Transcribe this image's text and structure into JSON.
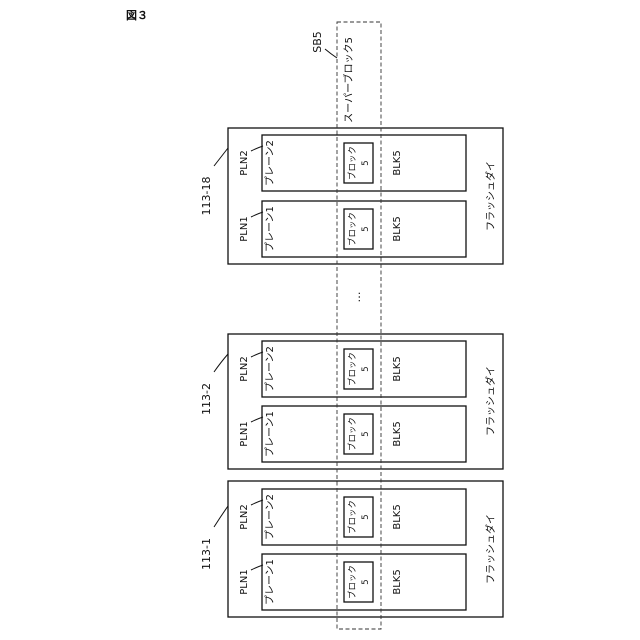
{
  "figure": {
    "label": "図３"
  },
  "superblock": {
    "ref": "SB5",
    "name": "スーパーブロック5"
  },
  "ellipsis": "…",
  "dies": [
    {
      "ref": "113-18",
      "name": "フラッシュダイ",
      "planes": [
        {
          "ref": "PLN2",
          "name": "プレーン2",
          "block_name": "ブロック",
          "block_num": "5",
          "block_ref": "BLK5"
        },
        {
          "ref": "PLN1",
          "name": "プレーン1",
          "block_name": "ブロック",
          "block_num": "5",
          "block_ref": "BLK5"
        }
      ]
    },
    {
      "ref": "113-2",
      "name": "フラッシュダイ",
      "planes": [
        {
          "ref": "PLN2",
          "name": "プレーン2",
          "block_name": "ブロック",
          "block_num": "5",
          "block_ref": "BLK5"
        },
        {
          "ref": "PLN1",
          "name": "プレーン1",
          "block_name": "ブロック",
          "block_num": "5",
          "block_ref": "BLK5"
        }
      ]
    },
    {
      "ref": "113-1",
      "name": "フラッシュダイ",
      "planes": [
        {
          "ref": "PLN2",
          "name": "プレーン2",
          "block_name": "ブロック",
          "block_num": "5",
          "block_ref": "BLK5"
        },
        {
          "ref": "PLN1",
          "name": "プレーン1",
          "block_name": "ブロック",
          "block_num": "5",
          "block_ref": "BLK5"
        }
      ]
    }
  ]
}
